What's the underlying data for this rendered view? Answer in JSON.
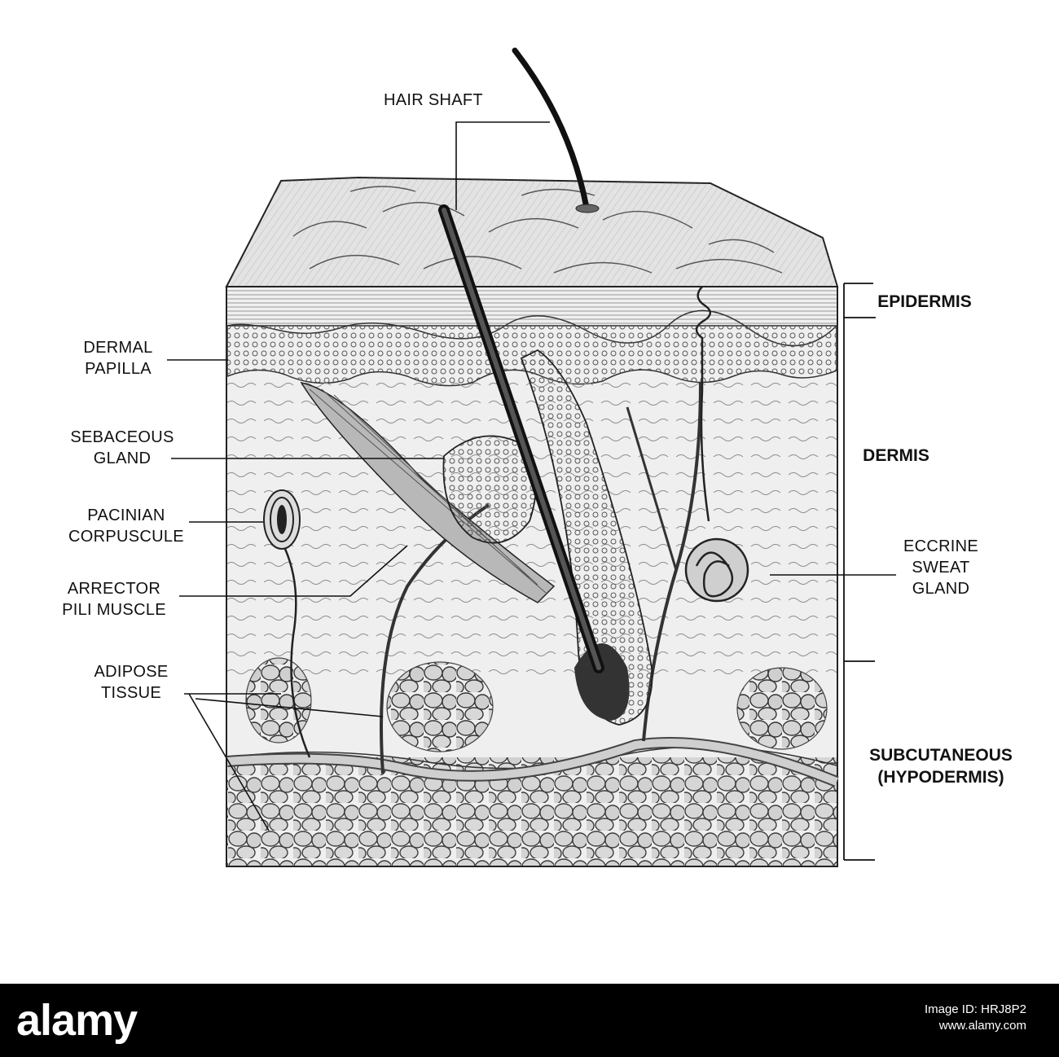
{
  "labels": {
    "hair_shaft": "HAIR SHAFT",
    "dermal_papilla": [
      "DERMAL",
      "PAPILLA"
    ],
    "sebaceous_gland": [
      "SEBACEOUS",
      "GLAND"
    ],
    "pacinian_corpuscle": [
      "PACINIAN",
      "CORPUSCULE"
    ],
    "arrector_pili": [
      "ARRECTOR",
      "PILI MUSCLE"
    ],
    "adipose_tissue": [
      "ADIPOSE",
      "TISSUE"
    ],
    "eccrine_sweat_gland": [
      "ECCRINE",
      "SWEAT",
      "GLAND"
    ]
  },
  "layers": {
    "epidermis": "EPIDERMIS",
    "dermis": "DERMIS",
    "subcutaneous": [
      "SUBCUTANEOUS",
      "(HYPODERMIS)"
    ]
  },
  "footer": {
    "logo": "alamy",
    "image_id_label": "Image ID: HRJ8P2",
    "url": "www.alamy.com"
  }
}
